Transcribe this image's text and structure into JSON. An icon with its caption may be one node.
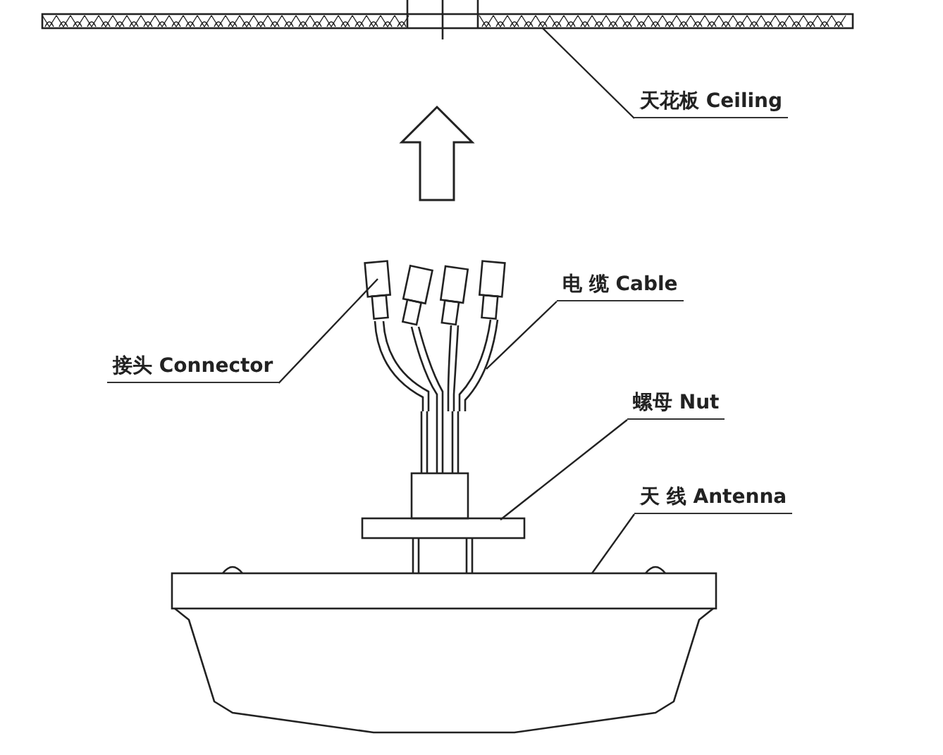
{
  "diagram": {
    "nodes": [
      {
        "text": [],
        "shape": "bar"
      },
      {
        "text": [
          "天花板 Ceiling"
        ]
      },
      {
        "text": [
          "电 缆 Cable"
        ]
      },
      {
        "text": [
          "接头 Connector"
        ]
      },
      {
        "text": [],
        "shape": "picture"
      },
      {
        "text": [],
        "shape": "picture"
      },
      {
        "text": [
          "螺母 Nut"
        ]
      },
      {
        "text": [
          "天 线 Antenna"
        ]
      },
      {
        "text": [],
        "shape": "box"
      },
      {
        "text": [],
        "shape": "picture"
      }
    ],
    "edges": [
      {
        "from": 1,
        "to": 0,
        "arrow": "none"
      },
      {
        "from": 2,
        "to": 5,
        "arrow": "none"
      },
      {
        "from": 3,
        "to": 4,
        "arrow": "none"
      },
      {
        "from": 6,
        "to": 8,
        "arrow": "none"
      },
      {
        "from": 7,
        "to": 9,
        "arrow": "none"
      }
    ]
  }
}
